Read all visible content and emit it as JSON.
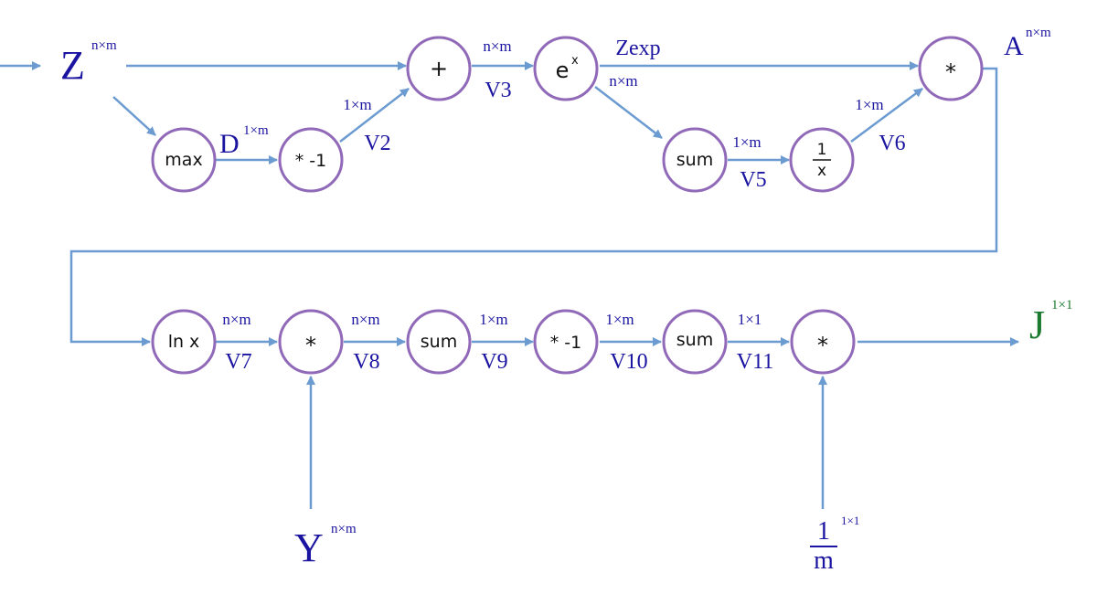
{
  "variables": {
    "z": {
      "name": "Z",
      "dim": "n×m"
    },
    "a": {
      "name": "A",
      "dim": "n×m"
    },
    "d": {
      "name": "D",
      "dim": "1×m"
    },
    "y": {
      "name": "Y",
      "dim": "n×m"
    },
    "j": {
      "name": "J",
      "dim": "1×1"
    },
    "m": {
      "num": "1",
      "den": "m",
      "dim": "1×1"
    },
    "zexp": {
      "name": "Zexp"
    }
  },
  "nodes": {
    "max": "max",
    "neg1": "* -1",
    "plus": "+",
    "exp": {
      "base": "e",
      "sup": "x"
    },
    "sum1": "sum",
    "recip": {
      "num": "1",
      "den": "x"
    },
    "mul1": "*",
    "ln": "ln x",
    "mul2": "*",
    "sum2": "sum",
    "neg2": "* -1",
    "sum3": "sum",
    "mul3": "*"
  },
  "edges": {
    "v2": {
      "name": "V2",
      "dim": "1×m"
    },
    "v3": {
      "name": "V3",
      "dim": "n×m"
    },
    "exp_dim": "n×m",
    "v5": {
      "name": "V5",
      "dim": "1×m"
    },
    "v6": {
      "name": "V6",
      "dim": "1×m"
    },
    "v7": {
      "name": "V7",
      "dim": "n×m"
    },
    "v8": {
      "name": "V8",
      "dim": "n×m"
    },
    "v9": {
      "name": "V9",
      "dim": "1×m"
    },
    "v10": {
      "name": "V10",
      "dim": "1×m"
    },
    "v11": {
      "name": "V11",
      "dim": "1×1"
    }
  },
  "colors": {
    "edge": "#6b9bd1",
    "node_border": "#9069b8",
    "variable_text": "#1a14a0",
    "output_text": "#1c7a2f"
  }
}
